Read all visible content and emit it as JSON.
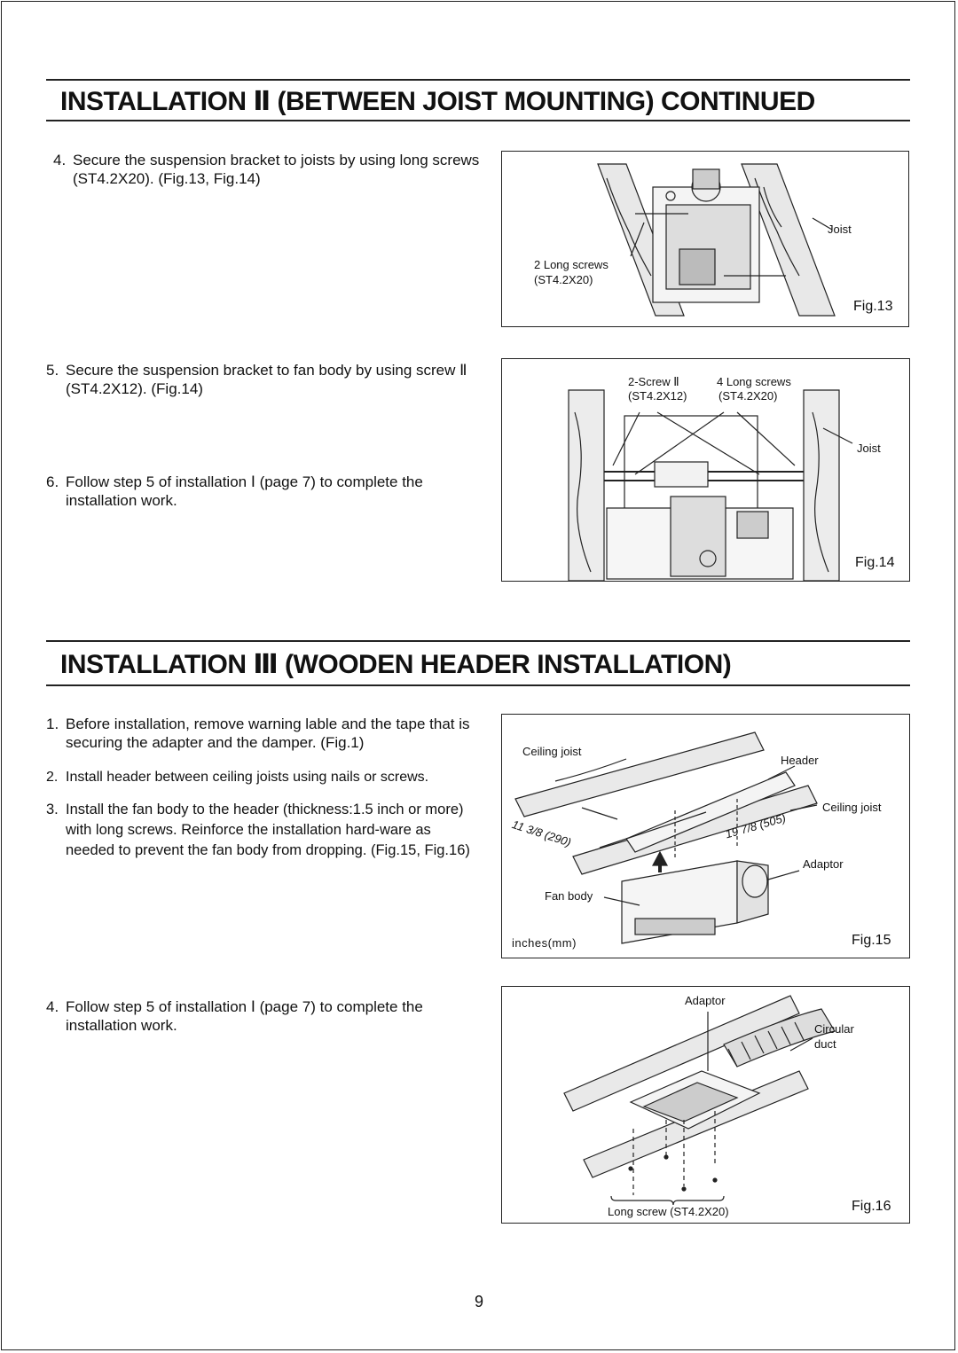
{
  "section1": {
    "heading": "INSTALLATION Ⅱ (BETWEEN JOIST MOUNTING) CONTINUED",
    "steps": [
      {
        "num": "4.",
        "text": "Secure the suspension bracket to joists by using long screws (ST4.2X20). (Fig.13, Fig.14)"
      },
      {
        "num": "5.",
        "text": "Secure the suspension bracket to fan body by using screw Ⅱ (ST4.2X12). (Fig.14)"
      },
      {
        "num": "6.",
        "text": "Follow step 5 of installation Ⅰ (page 7) to complete the installation work."
      }
    ],
    "fig13": {
      "caption": "Fig.13",
      "joist": "Joist",
      "screws_line1": "2 Long screws",
      "screws_line2": "(ST4.2X20)"
    },
    "fig14": {
      "caption": "Fig.14",
      "screw2_line1": "2-Screw Ⅱ",
      "screw2_line2": "(ST4.2X12)",
      "long_line1": "4 Long screws",
      "long_line2": "(ST4.2X20)",
      "joist": "Joist"
    }
  },
  "section2": {
    "heading": "INSTALLATION Ⅲ (WOODEN HEADER INSTALLATION)",
    "steps": [
      {
        "num": "1.",
        "text": "Before installation, remove warning lable and the tape that is securing the adapter and the damper. (Fig.1)"
      },
      {
        "num": "2.",
        "text": "Install header between ceiling joists using nails or screws."
      },
      {
        "num": "3.",
        "text": "Install the fan body to the header (thickness:1.5 inch or more) with long screws. Reinforce the installation hard-ware as needed to prevent the fan body from dropping. (Fig.15, Fig.16)"
      },
      {
        "num": "4.",
        "text": "Follow step 5 of installation Ⅰ (page 7) to complete the installation work."
      }
    ],
    "fig15": {
      "caption": "Fig.15",
      "ceiling_joist_left": "Ceiling joist",
      "header": "Header",
      "ceiling_joist_right": "Ceiling joist",
      "dim_left": "11 3/8 (290)",
      "dim_right": "19 7/8 (505)",
      "adaptor": "Adaptor",
      "fan_body": "Fan body",
      "units": "inches(mm)"
    },
    "fig16": {
      "caption": "Fig.16",
      "adaptor": "Adaptor",
      "duct_line1": "Circular",
      "duct_line2": "duct",
      "long_screw": "Long screw (ST4.2X20)"
    }
  },
  "page_number": "9"
}
